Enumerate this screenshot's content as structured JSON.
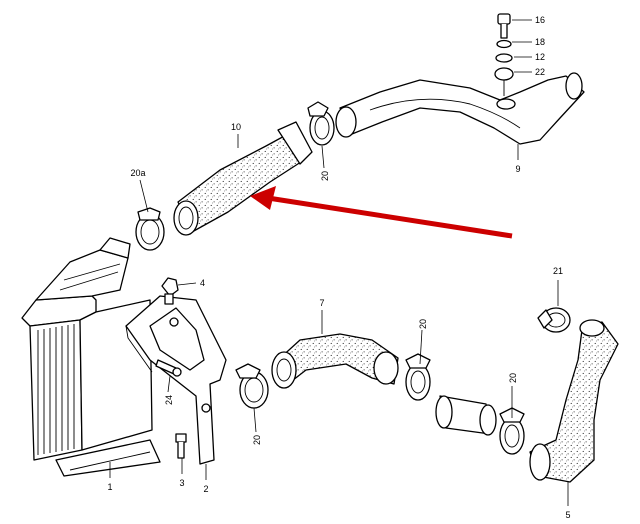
{
  "diagram": {
    "callouts": {
      "p1": "1",
      "p2": "2",
      "p3": "3",
      "p4": "4",
      "p5": "5",
      "p7": "7",
      "p9": "9",
      "p10": "10",
      "p12": "12",
      "p16": "16",
      "p18": "18",
      "p20a": "20a",
      "p20_upper": "20",
      "p20_left": "20",
      "p20_mid": "20",
      "p20_right": "20",
      "p21": "21",
      "p22": "22",
      "p24": "24"
    },
    "arrow_color": "#cc0000",
    "ink_color": "#000000"
  }
}
